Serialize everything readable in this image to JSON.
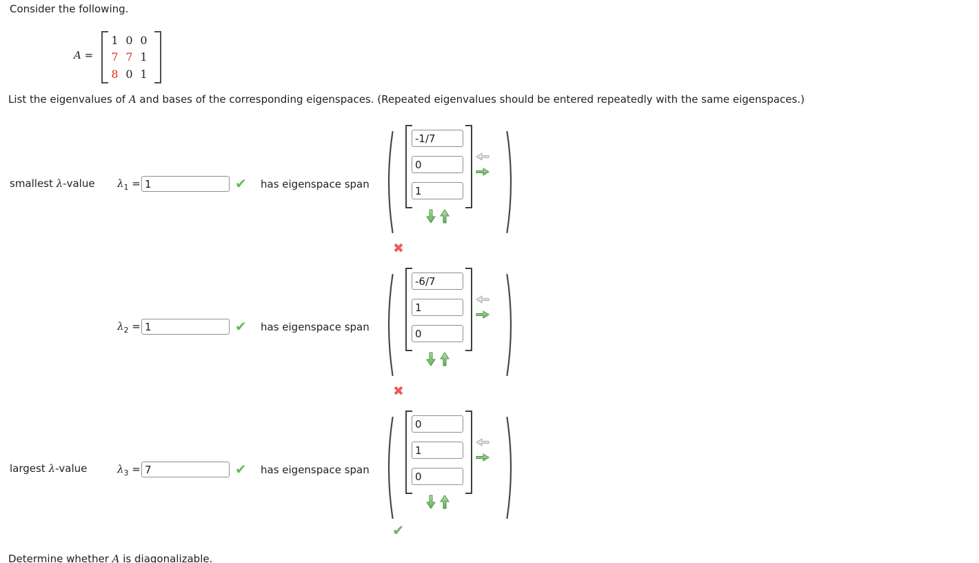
{
  "colors": {
    "matrix_highlight_red": "#e02b20",
    "correct_green": "#67b85c",
    "incorrect_red": "#ed5a5a",
    "arrow_green": "#6cb863",
    "arrow_gray_disabled": "#d9d9d9"
  },
  "page": {
    "title": "Consider the following.",
    "instruction_pre": "List the eigenvalues of ",
    "instruction_var": "A",
    "instruction_post": " and bases of the corresponding eigenspaces. (Repeated eigenvalues should be entered repeatedly with the same eigenspaces.)",
    "footer_pre": "Determine whether ",
    "footer_var": "A",
    "footer_post": " is diagonalizable."
  },
  "labels": {
    "lambda": "λ",
    "equals": "=",
    "value_suffix": "-value",
    "span_label": "has eigenspace span"
  },
  "matrix": {
    "var": "A",
    "equals": "=",
    "cells": [
      "1",
      "0",
      "0",
      "7",
      "7",
      "1",
      "8",
      "0",
      "1"
    ]
  },
  "rows": [
    {
      "side_label_prefix": "smallest ",
      "lambda_sub": "1",
      "value": "1",
      "vector": [
        "-1/7",
        "0",
        "1"
      ],
      "result": "correct",
      "below_icon": "incorrect"
    },
    {
      "side_label_prefix": "",
      "lambda_sub": "2",
      "value": "1",
      "vector": [
        "-6/7",
        "1",
        "0"
      ],
      "result": "correct",
      "below_icon": "incorrect"
    },
    {
      "side_label_prefix": "largest ",
      "lambda_sub": "3",
      "value": "7",
      "vector": [
        "0",
        "1",
        "0"
      ],
      "result": "correct",
      "below_icon": "correct"
    }
  ],
  "icons": {
    "check": "✔",
    "cross": "✖"
  }
}
